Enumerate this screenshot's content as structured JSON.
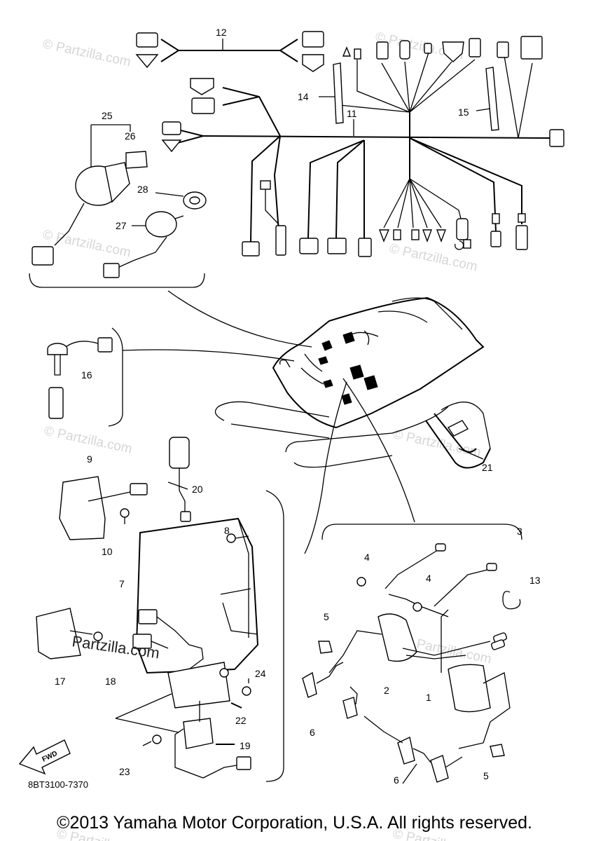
{
  "diagram": {
    "callouts": [
      "1",
      "2",
      "3",
      "4",
      "4",
      "5",
      "5",
      "6",
      "6",
      "7",
      "8",
      "9",
      "10",
      "11",
      "12",
      "13",
      "14",
      "15",
      "16",
      "17",
      "18",
      "19",
      "20",
      "21",
      "22",
      "23",
      "24",
      "25",
      "26",
      "27",
      "28"
    ],
    "drawing_code": "8BT3100-7370",
    "fwd_label": "FWD",
    "watermark": "© Partzilla.com",
    "watermark_bold": "Partzilla.com",
    "copyright": "©2013  Yamaha Motor Corporation, U.S.A. All rights reserved."
  }
}
